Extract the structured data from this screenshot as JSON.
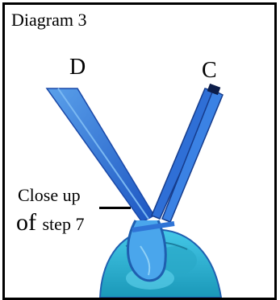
{
  "diagram": {
    "title": "Diagram 3",
    "label_d": "D",
    "label_c": "C",
    "caption": {
      "line1": "Close up",
      "line2_big": "of",
      "line2_small": "step 7"
    },
    "colors": {
      "border": "#000000",
      "strap_blue": "#2f74d6",
      "strap_dark": "#163c8c",
      "bag_cyan": "#35bfe0",
      "bag_teal": "#1c8ea8"
    }
  }
}
